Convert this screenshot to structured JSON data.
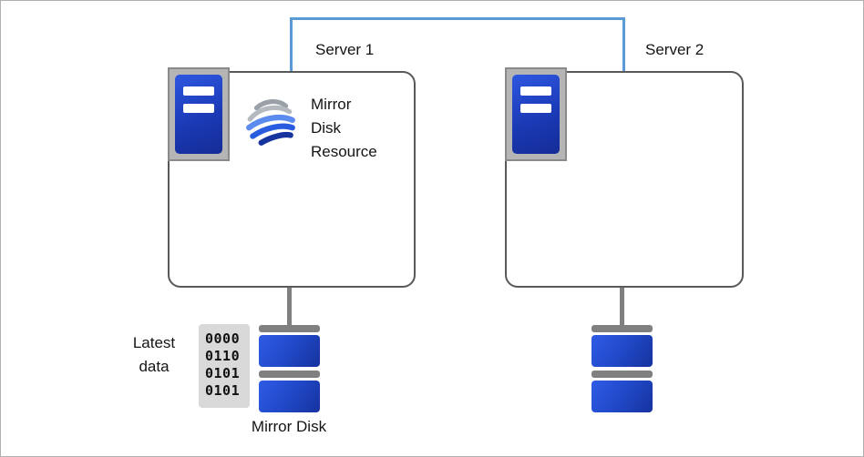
{
  "diagram": {
    "server1": {
      "label": "Server 1"
    },
    "server2": {
      "label": "Server 2"
    },
    "mirror_resource_label": "Mirror\nDisk\nResource",
    "latest_data_label": "Latest\ndata",
    "binary_block": {
      "rows": [
        "0000",
        "0110",
        "0101",
        "0101"
      ]
    },
    "mirror_disk_label": "Mirror Disk",
    "colors": {
      "connector_blue": "#5b9bd5",
      "server_tower_blue": "#1e45c8",
      "disk_blue": "#2553d4",
      "hardware_gray": "#808080",
      "box_border_gray": "#595959",
      "binary_block_gray": "#d9d9d9"
    }
  }
}
